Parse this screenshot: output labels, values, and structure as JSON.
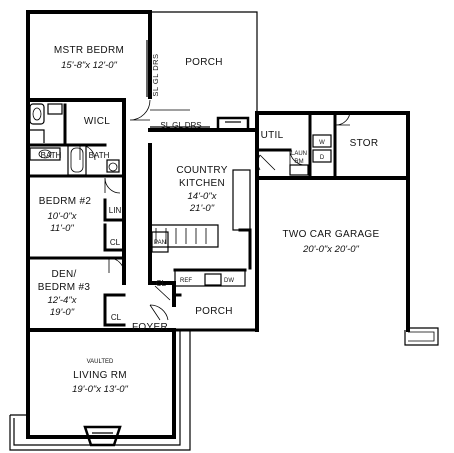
{
  "rooms": {
    "master_bedroom": {
      "name": "MSTR BEDRM",
      "dims": "15'-8\"x 12'-0\""
    },
    "porch_rear": {
      "name": "PORCH"
    },
    "wicl": {
      "name": "WICL"
    },
    "bath_1": {
      "name": "BATH"
    },
    "bath_2": {
      "name": "BATH"
    },
    "bedroom_2": {
      "name": "BEDRM #2",
      "dims_line1": "10'-0\"x",
      "dims_line2": "11'-0\""
    },
    "linen": {
      "name": "LIN"
    },
    "closet_bed2": {
      "name": "CL"
    },
    "den_bedroom_3": {
      "name_line1": "DEN/",
      "name_line2": "BEDRM #3",
      "dims_line1": "12'-4\"x",
      "dims_line2": "19'-0\""
    },
    "closet_den": {
      "name": "CL"
    },
    "country_kitchen": {
      "name_line1": "COUNTRY",
      "name_line2": "KITCHEN",
      "dims_line1": "14'-0\"x",
      "dims_line2": "21'-0\""
    },
    "pantry": {
      "name": "PAN"
    },
    "refrigerator": {
      "name": "REF"
    },
    "dishwasher": {
      "name": "DW"
    },
    "closet_kitchen": {
      "name": "CL"
    },
    "util": {
      "name": "UTIL"
    },
    "laundry": {
      "name_line1": "LAUN",
      "name_line2": "RM"
    },
    "washer": {
      "name": "W"
    },
    "dryer": {
      "name": "D"
    },
    "stor": {
      "name": "STOR"
    },
    "garage": {
      "name": "TWO CAR GARAGE",
      "dims": "20'-0\"x 20'-0\""
    },
    "porch_front": {
      "name": "PORCH"
    },
    "foyer": {
      "name": "FOYER"
    },
    "living_room": {
      "note": "VAULTED",
      "name": "LIVING RM",
      "dims": "19'-0\"x 13'-0\""
    }
  },
  "doors": {
    "sliding_glass_vertical": "SL GL DRS",
    "sliding_glass_horizontal": "SL GL DRS"
  }
}
